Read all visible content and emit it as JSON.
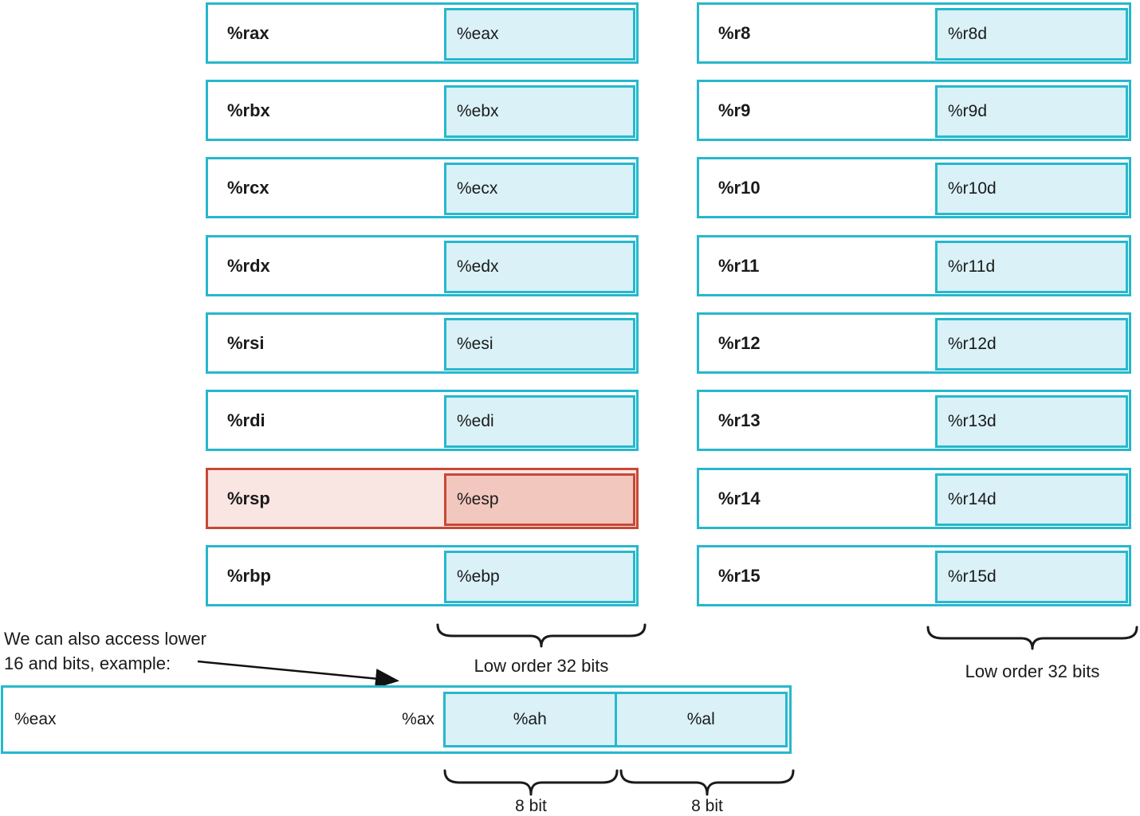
{
  "colors": {
    "cyan_border": "#26b8cd",
    "cyan_fill": "#d9f1f7",
    "red_border": "#c64936",
    "red_fill_light": "#f9e5e1",
    "red_fill": "#f1c7be"
  },
  "registers": {
    "left": [
      {
        "full": "%rax",
        "low32": "%eax",
        "highlight": false
      },
      {
        "full": "%rbx",
        "low32": "%ebx",
        "highlight": false
      },
      {
        "full": "%rcx",
        "low32": "%ecx",
        "highlight": false
      },
      {
        "full": "%rdx",
        "low32": "%edx",
        "highlight": false
      },
      {
        "full": "%rsi",
        "low32": "%esi",
        "highlight": false
      },
      {
        "full": "%rdi",
        "low32": "%edi",
        "highlight": false
      },
      {
        "full": "%rsp",
        "low32": "%esp",
        "highlight": true
      },
      {
        "full": "%rbp",
        "low32": "%ebp",
        "highlight": false
      }
    ],
    "right": [
      {
        "full": "%r8",
        "low32": "%r8d",
        "highlight": false
      },
      {
        "full": "%r9",
        "low32": "%r9d",
        "highlight": false
      },
      {
        "full": "%r10",
        "low32": "%r10d",
        "highlight": false
      },
      {
        "full": "%r11",
        "low32": "%r11d",
        "highlight": false
      },
      {
        "full": "%r12",
        "low32": "%r12d",
        "highlight": false
      },
      {
        "full": "%r13",
        "low32": "%r13d",
        "highlight": false
      },
      {
        "full": "%r14",
        "low32": "%r14d",
        "highlight": false
      },
      {
        "full": "%r15",
        "low32": "%r15d",
        "highlight": false
      }
    ]
  },
  "braces": {
    "left_label": "Low order 32 bits",
    "right_label": "Low order 32 bits"
  },
  "note": {
    "line1": "We can also access lower",
    "line2": "16 and bits, example:"
  },
  "example": {
    "full_label": "%eax",
    "mid_label": "%ax",
    "high_byte": "%ah",
    "low_byte": "%al",
    "high_byte_size": "8 bit",
    "low_byte_size": "8 bit"
  }
}
